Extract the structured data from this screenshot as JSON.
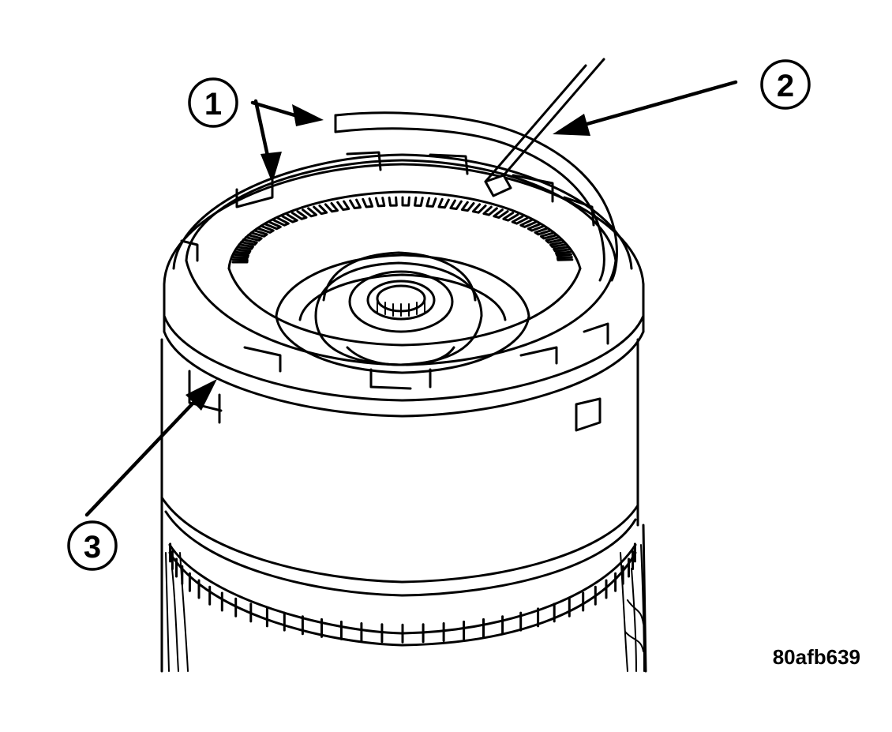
{
  "figure": {
    "id": "80afb639",
    "callouts": [
      {
        "number": "1"
      },
      {
        "number": "2"
      },
      {
        "number": "3"
      }
    ]
  }
}
